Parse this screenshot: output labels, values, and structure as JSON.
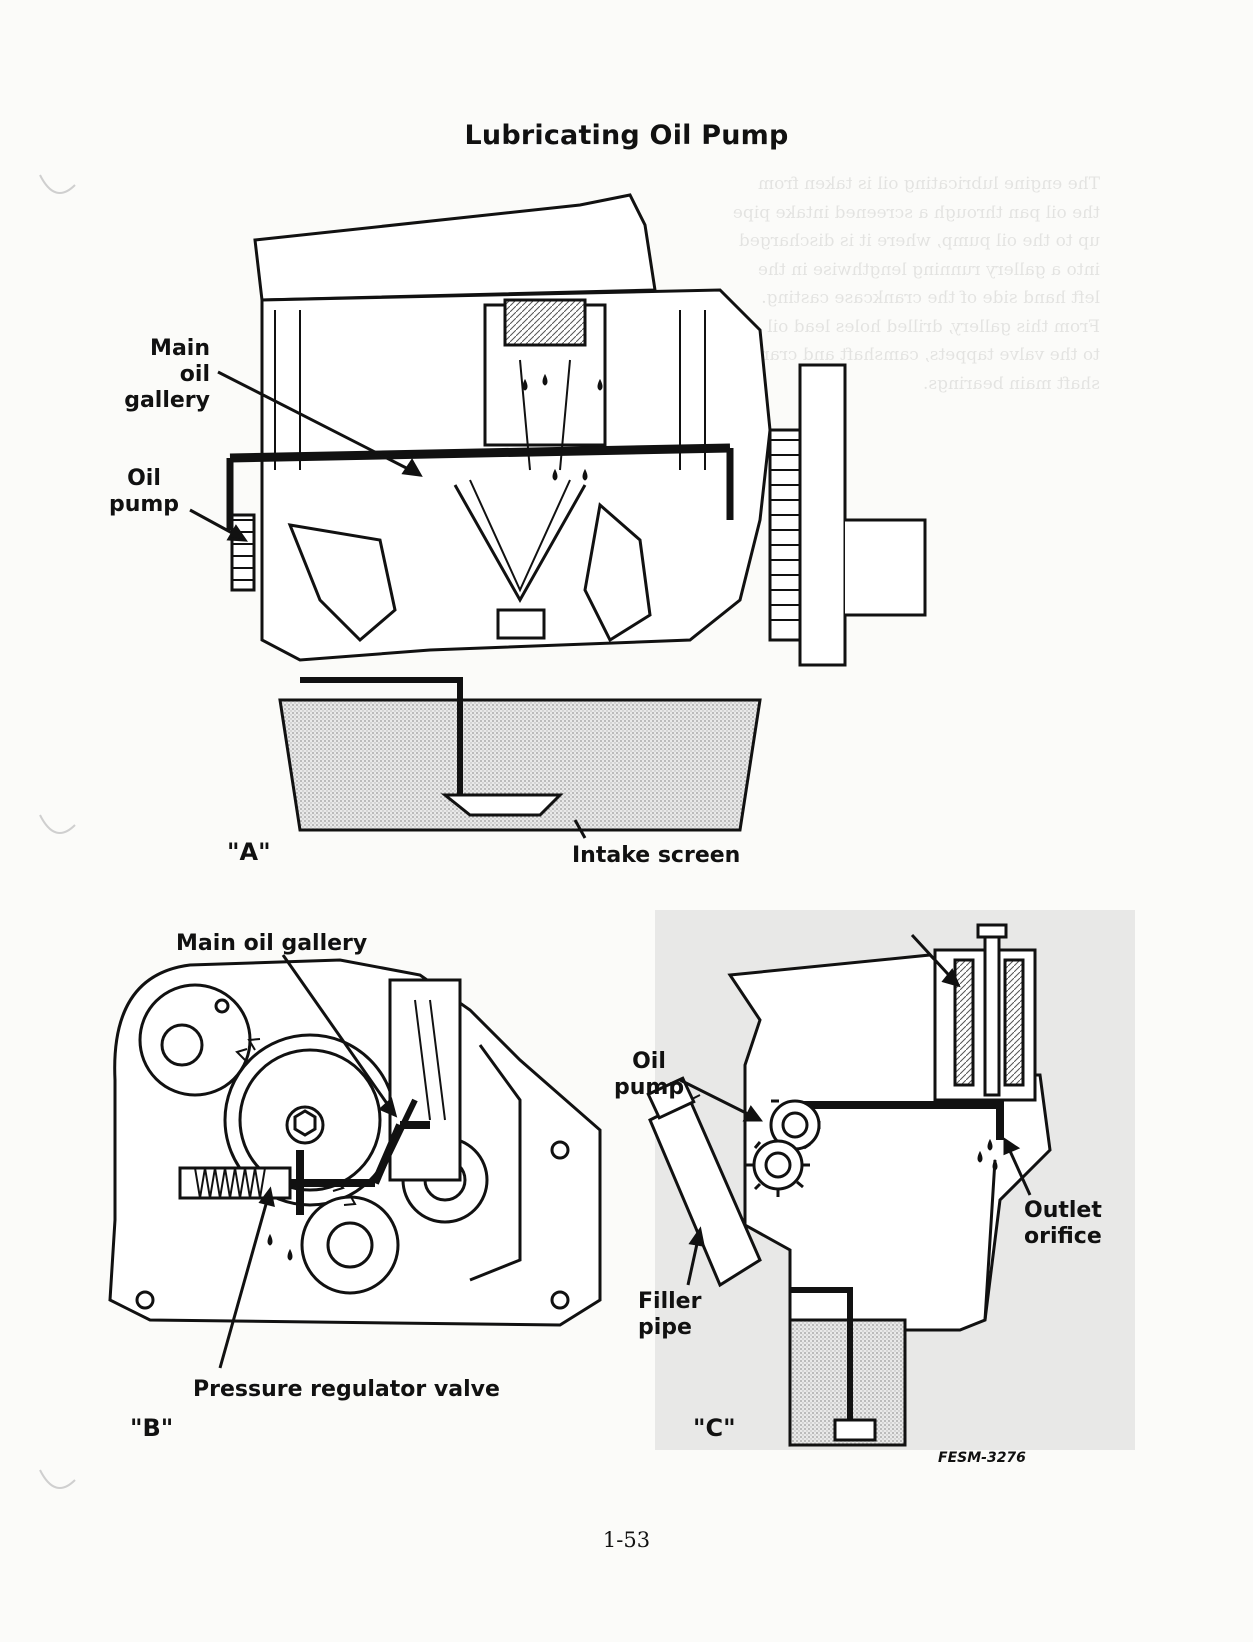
{
  "page": {
    "title": "Lubricating Oil Pump",
    "page_number": "1-53",
    "figure_code": "FESM-3276"
  },
  "figure_a": {
    "label": "\"A\"",
    "callouts": {
      "main_oil_gallery": "Main oil\ngallery",
      "oil_pump": "Oil\npump",
      "intake_screen": "Intake screen"
    }
  },
  "figure_b": {
    "label": "\"B\"",
    "callouts": {
      "main_oil_gallery": "Main oil  gallery",
      "pressure_regulator_valve": "Pressure regulator valve"
    }
  },
  "figure_c": {
    "label": "\"C\"",
    "callouts": {
      "oil_pump": "Oil\npump",
      "outlet_orifice": "Outlet\norifice",
      "filler_pipe": "Filler\npipe"
    }
  }
}
